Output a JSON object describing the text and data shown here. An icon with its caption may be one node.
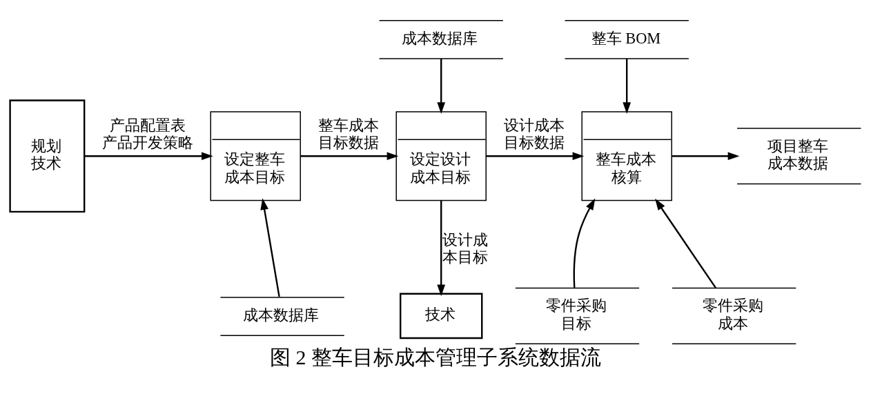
{
  "diagram": {
    "caption": "图 2 整车目标成本管理子系统数据流",
    "nodes": [
      {
        "text": [
          "规划技术"
        ]
      },
      {
        "text": [
          "设定整车成本目标"
        ]
      },
      {
        "text": [
          "成本数据库"
        ]
      },
      {
        "text": [
          "成本数据库"
        ]
      },
      {
        "text": [
          "设定设计成本目标"
        ]
      },
      {
        "text": [
          "技术"
        ]
      },
      {
        "text": [
          "整车 BOM"
        ]
      },
      {
        "text": [
          "整车成本核算"
        ]
      },
      {
        "text": [
          "零件采购目标"
        ]
      },
      {
        "text": [
          "零件采购成本"
        ]
      },
      {
        "text": [
          "项目整车成本数据"
        ]
      }
    ],
    "edges": [
      {
        "from": 0,
        "to": 1,
        "arrow": "to",
        "label": "产品配置表产品开发策略"
      },
      {
        "from": 2,
        "to": 1,
        "arrow": "to"
      },
      {
        "from": 1,
        "to": 4,
        "arrow": "to",
        "label": "整车成本目标数据"
      },
      {
        "from": 3,
        "to": 4,
        "arrow": "to"
      },
      {
        "from": 4,
        "to": 5,
        "arrow": "to",
        "label": "设计成本目标"
      },
      {
        "from": 4,
        "to": 7,
        "arrow": "to",
        "label": "设计成本目标数据"
      },
      {
        "from": 6,
        "to": 7,
        "arrow": "to"
      },
      {
        "from": 8,
        "to": 7,
        "arrow": "to"
      },
      {
        "from": 9,
        "to": 7,
        "arrow": "to"
      },
      {
        "from": 7,
        "to": 10,
        "arrow": "to"
      }
    ]
  }
}
